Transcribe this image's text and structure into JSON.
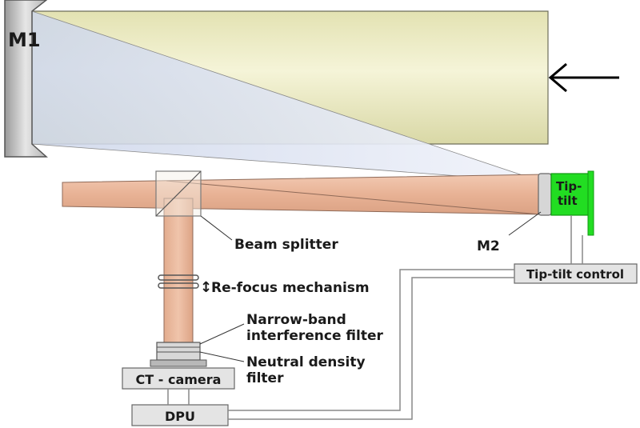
{
  "labels": {
    "m1": "M1",
    "tip_tilt_line1": "Tip-",
    "tip_tilt_line2": "tilt",
    "m2": "M2",
    "beam_splitter": "Beam splitter",
    "refocus_arrow": "↕",
    "refocus": "Re-focus mechanism",
    "narrow_band_line1": "Narrow-band",
    "narrow_band_line2": "interference filter",
    "neutral_density_line1": "Neutral density",
    "neutral_density_line2": "filter",
    "ct_camera": "CT - camera",
    "tip_tilt_control": "Tip-tilt control",
    "dpu": "DPU"
  },
  "colors": {
    "telescope_tube": "#ecebc0",
    "beam_blue": "#cfd8ee",
    "beam_salmon": "#e9b79c",
    "mirror_grey": "#c9c9c9",
    "tip_tilt_green": "#22dd22",
    "box_fill": "#e4e4e4"
  },
  "icons": {
    "incoming_light": "left-arrow-icon"
  }
}
